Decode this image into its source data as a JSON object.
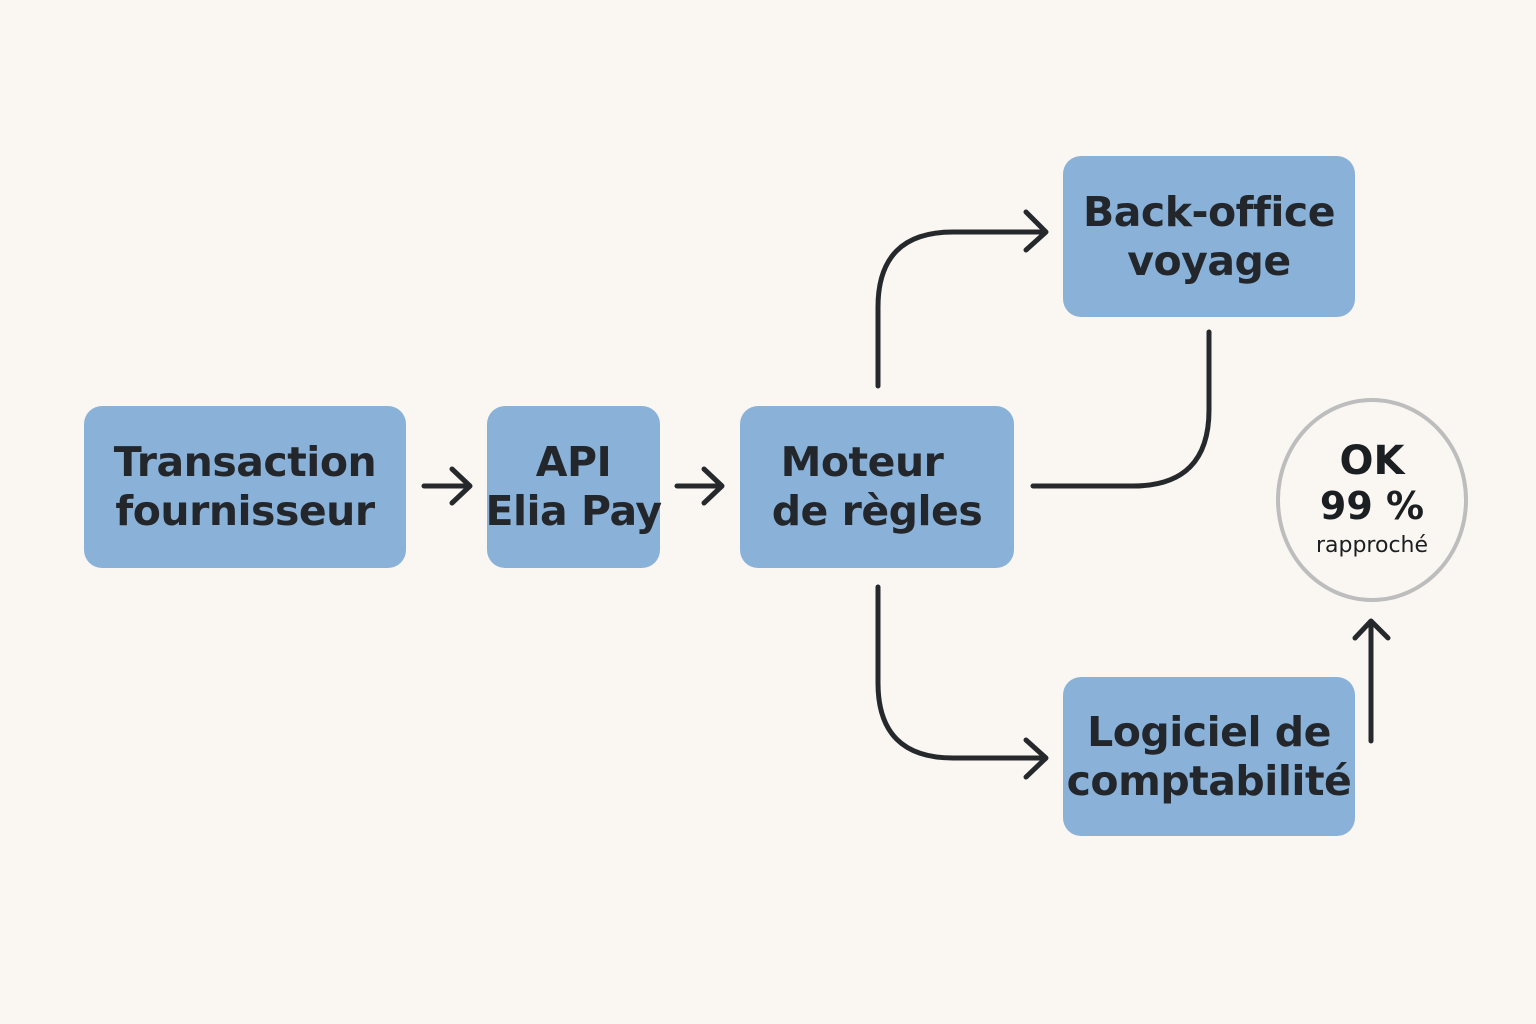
{
  "nodes": {
    "transaction": {
      "line1": "Transaction",
      "line2": "fournisseur"
    },
    "api": {
      "line1": "API",
      "line2": "Elia Pay"
    },
    "moteur": {
      "line1": "Moteur",
      "line2": "de règles"
    },
    "backoffice": {
      "line1": "Back-office",
      "line2": "voyage"
    },
    "logiciel": {
      "line1": "Logiciel de",
      "line2": "comptabilité"
    }
  },
  "badge": {
    "status": "OK",
    "percent": "99 %",
    "label": "rapproché"
  },
  "colors": {
    "background": "#faf7f3",
    "node_fill": "#8ab2d9",
    "text": "#23272c",
    "arrow": "#26292c",
    "badge_border": "#bdbdbd"
  }
}
